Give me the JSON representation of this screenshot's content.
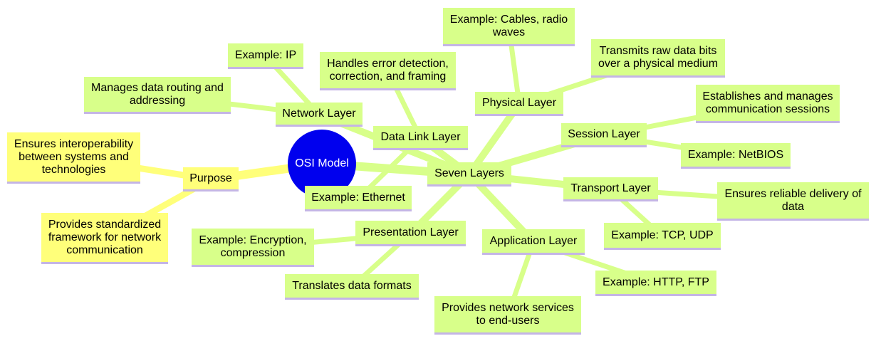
{
  "colors": {
    "root": "#0000ee",
    "root_text": "#ffffff",
    "green_node": "#d8ff8a",
    "yellow_node": "#ffff7a",
    "green_edge": "#d8ff8a",
    "yellow_edge": "#ffff7a",
    "underline": "#c4b5e6"
  },
  "root": {
    "label": "OSI Model"
  },
  "purpose": {
    "label": "Purpose",
    "items": [
      "Ensures interoperability between systems and technologies",
      "Provides standardized framework for network communication"
    ]
  },
  "layers_hub": {
    "label": "Seven Layers"
  },
  "layers": {
    "physical": {
      "label": "Physical Layer",
      "description": "Transmits raw data bits over a physical medium",
      "example": "Example: Cables, radio waves"
    },
    "data_link": {
      "label": "Data Link Layer",
      "description": "Handles error detection, correction, and framing",
      "example": "Example: Ethernet"
    },
    "network": {
      "label": "Network Layer",
      "description": "Manages data routing and addressing",
      "example": "Example: IP"
    },
    "transport": {
      "label": "Transport Layer",
      "description": "Ensures reliable delivery of data",
      "example": "Example: TCP, UDP"
    },
    "session": {
      "label": "Session Layer",
      "description": "Establishes and manages communication sessions",
      "example": "Example: NetBIOS"
    },
    "presentation": {
      "label": "Presentation Layer",
      "description": "Translates data formats",
      "example": "Example: Encryption, compression"
    },
    "application": {
      "label": "Application Layer",
      "description": "Provides network services to end-users",
      "example": "Example: HTTP, FTP"
    }
  }
}
